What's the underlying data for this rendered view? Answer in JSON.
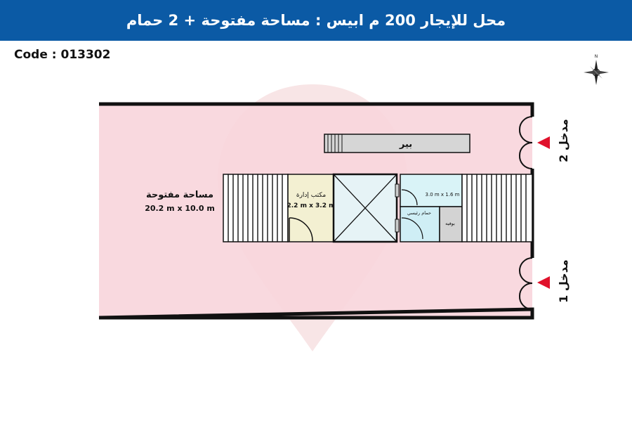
{
  "header": {
    "title": "محل للإيجار 200 م ابيس :  مساحة مفتوحة + 2 حمام"
  },
  "code_label": "Code : 013302",
  "plan": {
    "open_area_label": "مساحة مفتوحة",
    "open_area_dims": "20.2 m x 10.0 m",
    "office_label": "مكتب إدارة",
    "office_dims": "2.2 m x 3.2 m",
    "room_dims": "3.0 m x 1.6 m",
    "main_bath_label": "حمام رئيسي",
    "buffet_label": "بوفيه",
    "well_label": "بير",
    "entrance_2_label": "مدخل 2",
    "entrance_1_label": "مدخل 1"
  },
  "colors": {
    "banner": "#0b5aa5",
    "floor": "#f9d6dc",
    "office": "#f3f0d2",
    "room": "#d9f3f7",
    "bath": "#cfeef5",
    "buffet": "#d3d3d3",
    "lift": "#e6f3f6",
    "arrow": "#e0112b"
  },
  "icons": [
    "compass-icon",
    "entrance-arrow-icon"
  ]
}
